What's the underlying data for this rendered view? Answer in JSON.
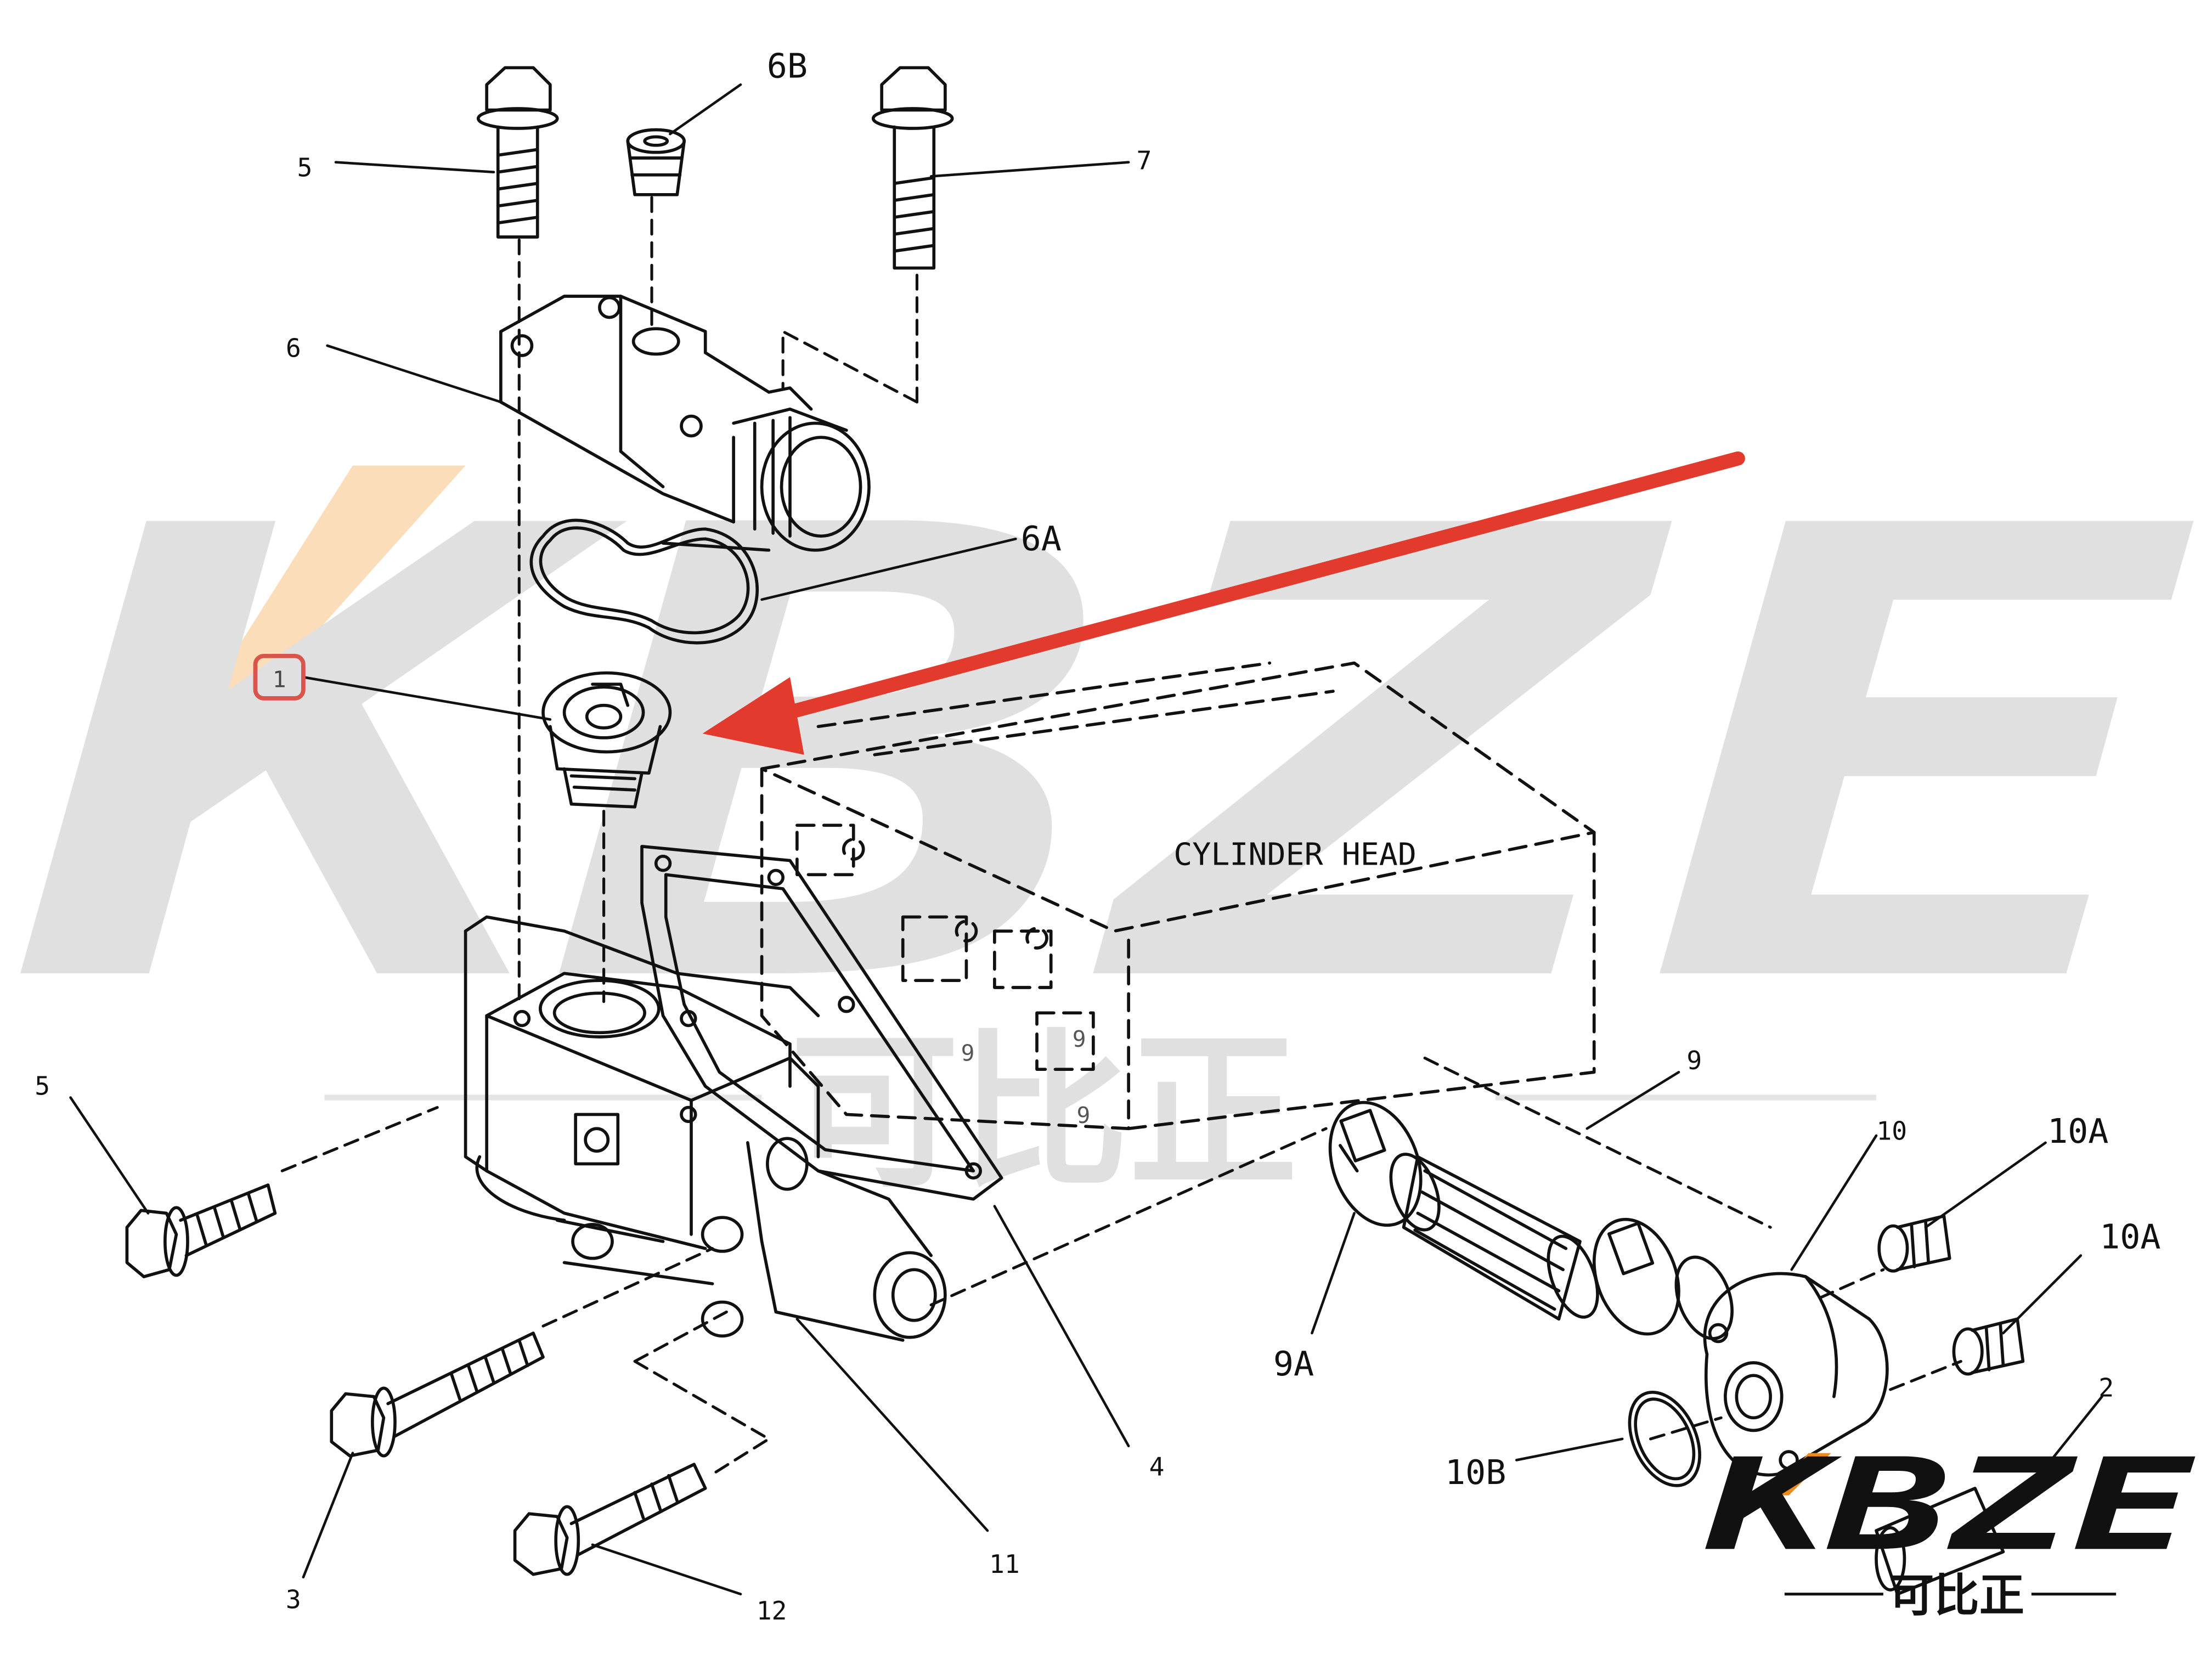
{
  "watermark": {
    "main_text": "KBZE",
    "sub_text": "可比正",
    "accent_color": "#f5a64a",
    "mark_color": "#c8c8c8"
  },
  "logo": {
    "text": "KBZE",
    "sub_text": "可比正",
    "accent_color": "#f08a1c",
    "text_color": "#111111"
  },
  "highlight": {
    "arrow_color": "#e23a2c",
    "box_color": "#d9544a",
    "target_label": "1"
  },
  "region_label": "CYLINDER HEAD",
  "callouts": [
    "1",
    "2",
    "3",
    "4",
    "5",
    "5",
    "6",
    "6A",
    "6B",
    "7",
    "9",
    "9",
    "9",
    "9",
    "9A",
    "10",
    "10A",
    "10A",
    "10B",
    "11",
    "12"
  ],
  "part_icons": {
    "bolt": "bolt-icon",
    "plug": "pipe-plug-icon",
    "thermostat": "thermostat-icon",
    "housing": "thermostat-housing-icon",
    "gasket": "gasket-icon",
    "clamp": "hose-clamp-icon",
    "hose": "hose-icon",
    "elbow": "elbow-icon"
  }
}
